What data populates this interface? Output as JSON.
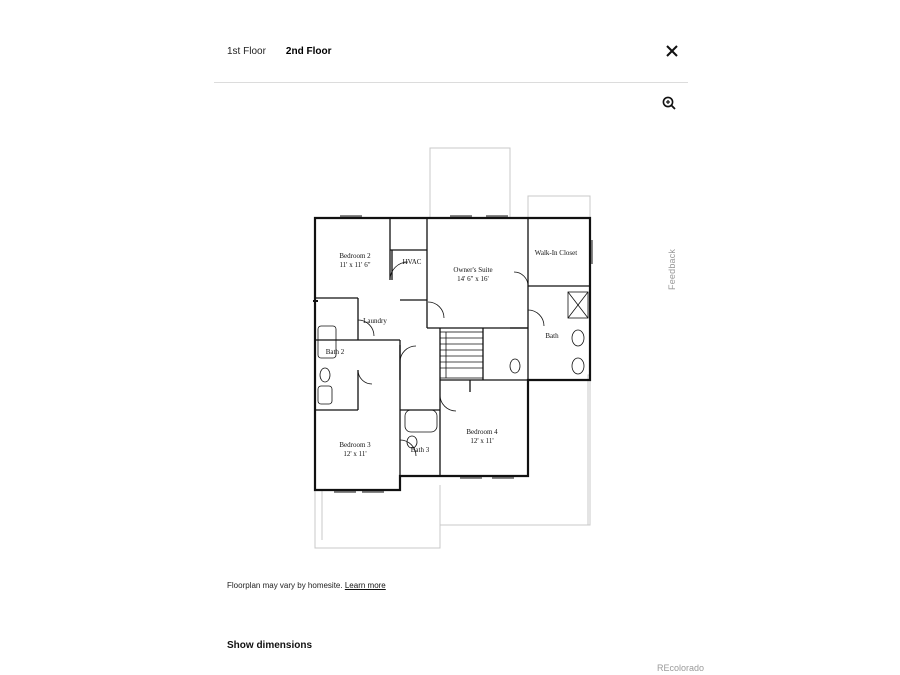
{
  "tabs": [
    {
      "label": "1st Floor",
      "active": false
    },
    {
      "label": "2nd Floor",
      "active": true
    }
  ],
  "close_icon": "close-icon",
  "zoom_icon": "zoom-in-icon",
  "feedback_label": "Feedback",
  "floorplan": {
    "rooms": {
      "bedroom2": {
        "name": "Bedroom 2",
        "dims": "11' x 11' 6\""
      },
      "hvac": {
        "name": "HVAC"
      },
      "owners_suite": {
        "name": "Owner's Suite",
        "dims": "14' 6\" x 16'"
      },
      "walk_in_closet": {
        "name": "Walk-In Closet"
      },
      "laundry": {
        "name": "Laundry"
      },
      "bath2": {
        "name": "Bath 2"
      },
      "bath": {
        "name": "Bath"
      },
      "bedroom4": {
        "name": "Bedroom 4",
        "dims": "12' x 11'"
      },
      "bedroom3": {
        "name": "Bedroom 3",
        "dims": "12' x 11'"
      },
      "bath3": {
        "name": "Bath 3"
      }
    }
  },
  "disclaimer": {
    "text": "Floorplan may vary by homesite.",
    "link_label": "Learn more"
  },
  "show_dimensions_label": "Show dimensions",
  "brand": "REcolorado"
}
